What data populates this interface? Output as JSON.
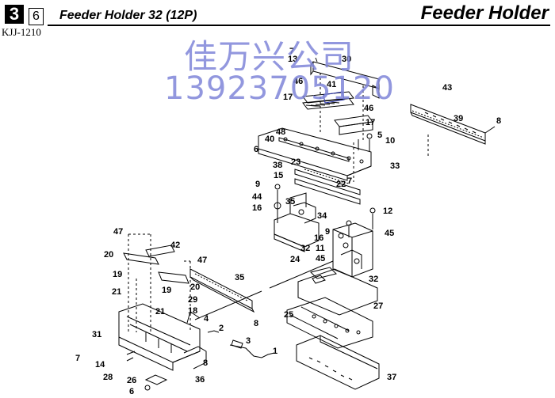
{
  "header": {
    "chapter": "3",
    "page": "6",
    "title": "Feeder Holder 32 (12P)",
    "section": "Feeder Holder",
    "code": "KJJ-1210"
  },
  "watermark": {
    "line1": "佳万兴公司",
    "line2": "13923705120"
  },
  "callouts": [
    "7",
    "13",
    "30",
    "46",
    "41",
    "17",
    "46",
    "17",
    "43",
    "39",
    "8",
    "48",
    "5",
    "10",
    "6",
    "40",
    "33",
    "38",
    "23",
    "15",
    "7",
    "22",
    "9",
    "44",
    "35",
    "16",
    "12",
    "34",
    "9",
    "47",
    "42",
    "16",
    "45",
    "20",
    "11",
    "45",
    "32",
    "24",
    "47",
    "35",
    "20",
    "19",
    "21",
    "19",
    "32",
    "29",
    "27",
    "21",
    "18",
    "25",
    "4",
    "2",
    "8",
    "31",
    "3",
    "7",
    "1",
    "14",
    "8",
    "28",
    "26",
    "36",
    "37",
    "6"
  ]
}
